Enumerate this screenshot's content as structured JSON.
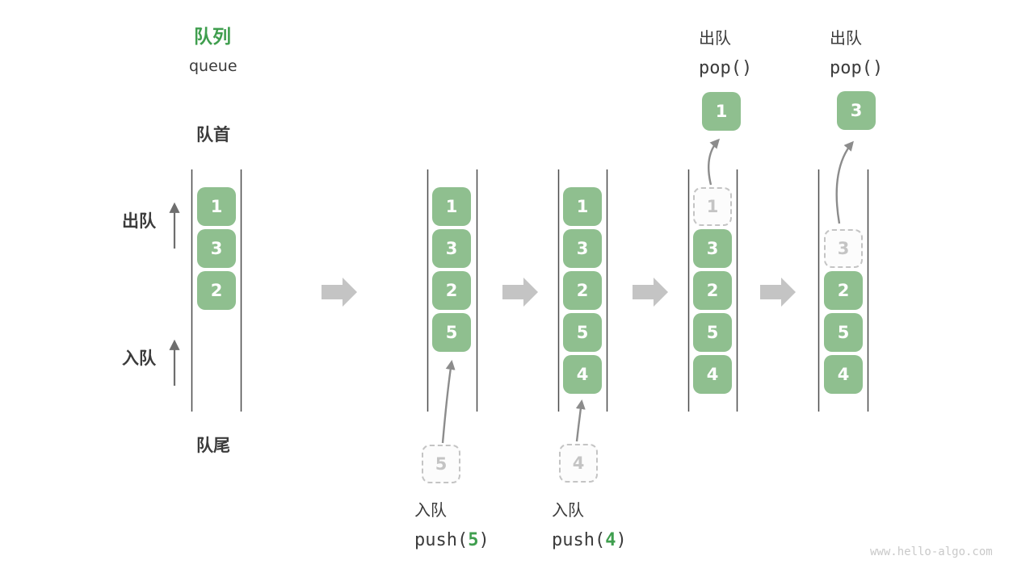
{
  "title": {
    "zh": "队列",
    "en": "queue"
  },
  "labels": {
    "front": "队首",
    "rear": "队尾",
    "dequeue": "出队",
    "enqueue": "入队"
  },
  "watermark": "www.hello-algo.com",
  "colors": {
    "element_green": "#8fbf8f",
    "accent_green": "#3f9e4e",
    "text_dark": "#3b3b3b",
    "line_dark": "#4a4a4a",
    "thin_arrow_gray": "#6e6e6e",
    "curve_arrow_gray": "#8c8c8c",
    "block_arrow_gray": "#c4c4c4",
    "dashed_gray": "#c4c4c4",
    "watermark_gray": "#c9c9c9"
  },
  "stages": [
    {
      "solid_boxes": [
        {
          "value": "1",
          "row": 1
        },
        {
          "value": "3",
          "row": 2
        },
        {
          "value": "2",
          "row": 3
        }
      ]
    },
    {
      "solid_boxes": [
        {
          "value": "1",
          "row": 1
        },
        {
          "value": "3",
          "row": 2
        },
        {
          "value": "2",
          "row": 3
        },
        {
          "value": "5",
          "row": 4
        }
      ],
      "staged_box": {
        "value": "5"
      },
      "operation": {
        "label": "入队",
        "code_prefix": "push(",
        "code_arg": "5",
        "code_suffix": ")"
      }
    },
    {
      "solid_boxes": [
        {
          "value": "1",
          "row": 1
        },
        {
          "value": "3",
          "row": 2
        },
        {
          "value": "2",
          "row": 3
        },
        {
          "value": "5",
          "row": 4
        },
        {
          "value": "4",
          "row": 5
        }
      ],
      "staged_box": {
        "value": "4"
      },
      "operation": {
        "label": "入队",
        "code_prefix": "push(",
        "code_arg": "4",
        "code_suffix": ")"
      }
    },
    {
      "solid_boxes": [
        {
          "value": "3",
          "row": 2
        },
        {
          "value": "2",
          "row": 3
        },
        {
          "value": "5",
          "row": 4
        },
        {
          "value": "4",
          "row": 5
        }
      ],
      "dashed_box": {
        "value": "1",
        "row": 1
      },
      "popped_box": {
        "value": "1"
      },
      "operation": {
        "label": "出队",
        "code_prefix": "pop(",
        "code_arg": "",
        "code_suffix": ")"
      }
    },
    {
      "solid_boxes": [
        {
          "value": "2",
          "row": 3
        },
        {
          "value": "5",
          "row": 4
        },
        {
          "value": "4",
          "row": 5
        }
      ],
      "dashed_box": {
        "value": "3",
        "row": 2
      },
      "popped_box": {
        "value": "3"
      },
      "operation": {
        "label": "出队",
        "code_prefix": "pop(",
        "code_arg": "",
        "code_suffix": ")"
      }
    }
  ]
}
